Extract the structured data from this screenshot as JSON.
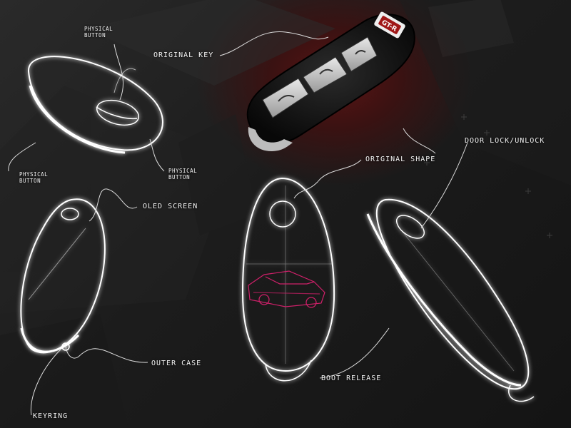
{
  "labels": {
    "physical_button_top": "Physical Button",
    "physical_button_left": "Physical Button",
    "physical_button_right": "Physical Button",
    "original_key": "Original Key",
    "original_shape": "Original Shape",
    "door_lock_unlock": "Door Lock/Unlock",
    "oled_screen": "OLED Screen",
    "outer_case": "Outer Case",
    "keyring": "Keyring",
    "boot_release": "Boot Release"
  },
  "key_badge": {
    "text": "GT-R"
  },
  "colors": {
    "background": "#1b1b1b",
    "glow_red": "#5a1414",
    "sketch_line": "#ffffff",
    "car_sketch": "#d0206a"
  }
}
